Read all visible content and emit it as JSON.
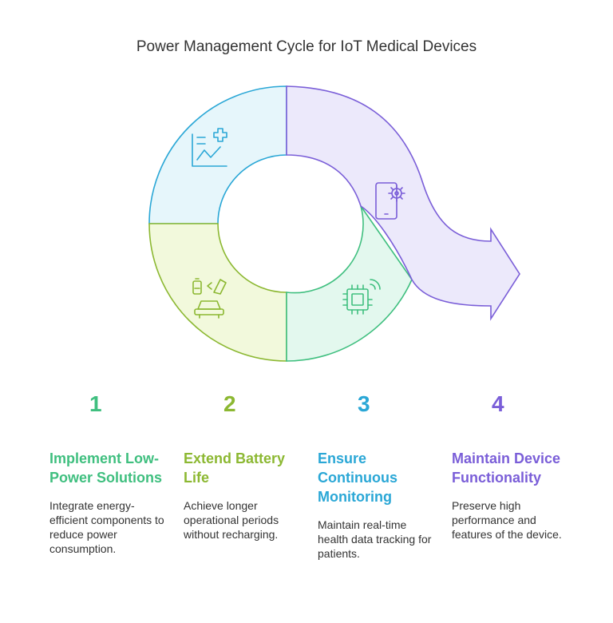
{
  "title": "Power Management Cycle for IoT Medical Devices",
  "colors": {
    "green": "#3fbf7f",
    "lime": "#8cb832",
    "blue": "#2aa7d6",
    "purple": "#7a5ed8"
  },
  "segments": [
    {
      "icon": "medical-chart-icon",
      "fill": "#e6f6fb",
      "stroke": "#2aa7d6"
    },
    {
      "icon": "phone-gear-icon",
      "fill": "#ece9fb",
      "stroke": "#7a5ed8"
    },
    {
      "icon": "chip-signal-icon",
      "fill": "#e3f8ee",
      "stroke": "#3fbf7f"
    },
    {
      "icon": "battery-car-icon",
      "fill": "#f2f9dc",
      "stroke": "#8cb832"
    }
  ],
  "steps": [
    {
      "number": "1",
      "heading": "Implement Low-Power Solutions",
      "description": "Integrate energy-efficient components to reduce power consumption."
    },
    {
      "number": "2",
      "heading": "Extend Battery Life",
      "description": "Achieve longer operational periods without recharging."
    },
    {
      "number": "3",
      "heading": "Ensure Continuous Monitoring",
      "description": "Maintain real-time health data tracking for patients."
    },
    {
      "number": "4",
      "heading": "Maintain Device Functionality",
      "description": "Preserve high performance and features of the device."
    }
  ]
}
